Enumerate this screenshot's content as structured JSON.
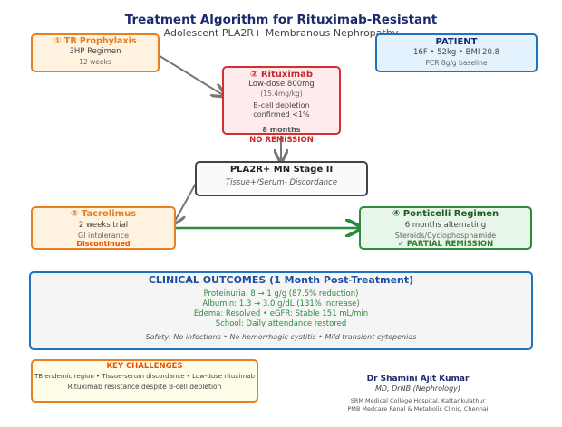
{
  "header": {
    "title": "Treatment Algorithm for Rituximab-Resistant",
    "subtitle": "Adolescent PLA2R+ Membranous Nephropathy"
  },
  "tb_prophylaxis": {
    "heading": "① TB Prophylaxis",
    "line1": "3HP Regimen",
    "line2": "12 weeks"
  },
  "patient": {
    "heading": "PATIENT",
    "line1": "16F • 52kg • BMI 20.8",
    "line2": "PCR 8g/g baseline"
  },
  "rituximab": {
    "heading": "② Rituximab",
    "line1": "Low-dose 800mg",
    "line2": "(15.4mg/kg)",
    "line3": "B-cell depletion",
    "line4": "confirmed <1%",
    "line5": "8 months",
    "result": "NO REMISSION"
  },
  "stage": {
    "heading": "PLA2R+ MN Stage II",
    "line1": "Tissue+/Serum- Discordance"
  },
  "tacrolimus": {
    "heading": "③ Tacrolimus",
    "line1": "2 weeks trial",
    "line2": "GI intolerance",
    "result": "Discontinued"
  },
  "ponticelli": {
    "heading": "④ Ponticelli Regimen",
    "line1": "6 months alternating",
    "line2": "Steroids/Cyclophosphamide",
    "result": "✓ PARTIAL REMISSION"
  },
  "outcomes": {
    "heading": "CLINICAL OUTCOMES (1 Month Post-Treatment)",
    "items": [
      "Proteinuria: 8 → 1 g/g (87.5% reduction)",
      "Albumin: 1.3 → 3.0 g/dL (131% increase)",
      "Edema: Resolved • eGFR: Stable 151 mL/min",
      "School: Daily attendance restored"
    ],
    "safety": "Safety: No infections • No hemorrhagic cystitis • Mild transient cytopenias"
  },
  "challenges": {
    "heading": "KEY CHALLENGES",
    "line1": "TB endemic region • Tissue-serum discordance • Low-dose rituximab",
    "line2": "Rituximab resistance despite B-cell depletion"
  },
  "author": {
    "name": "Dr Shamini Ajit Kumar",
    "degree": "MD, DrNB (Nephrology)",
    "affil1": "SRM Medical College Hospital, Kattankulathur",
    "affil2": "PMB Medcare Renal & Metabolic Clinic, Chennai"
  },
  "colors": {
    "navy": "#1a2a6c",
    "orange": "#e67e22",
    "red": "#d32f2f",
    "blue": "#1e73be",
    "green": "#2e8b3e",
    "gray": "#444444",
    "arrow_gray": "#777777"
  }
}
